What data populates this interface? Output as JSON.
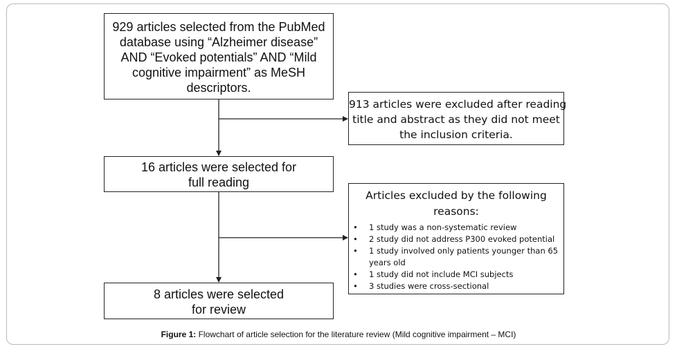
{
  "flowchart": {
    "initial": {
      "lines": [
        "929 articles selected from the PubMed",
        "database using “Alzheimer disease”",
        "AND “Evoked potentials” AND “Mild",
        "cognitive impairment” as MeSH",
        "descriptors."
      ]
    },
    "excluded_first": {
      "lines": [
        "913 articles were excluded after reading",
        "title and abstract as they did not meet",
        "the inclusion criteria."
      ]
    },
    "selected_full_reading": {
      "lines": [
        "16 articles were selected for",
        "full reading"
      ]
    },
    "excluded_second": {
      "heading_lines": [
        "Articles excluded by the following",
        "reasons:"
      ],
      "bullet_symbol": "•",
      "reasons": [
        "1 study was a non-systematic review",
        "2 study did not address P300 evoked potential",
        "1 study involved only patients younger than 65 years old",
        "1 study did not include MCI subjects",
        "3 studies were cross-sectional"
      ]
    },
    "selected_review": {
      "lines": [
        "8 articles were selected",
        "for review"
      ]
    }
  },
  "caption": {
    "label": "Figure 1:",
    "text": "Flowchart of article selection for the literature review (Mild cognitive impairment – MCI)"
  },
  "colors": {
    "line": "#222222",
    "frame": "#b9b9b9"
  }
}
